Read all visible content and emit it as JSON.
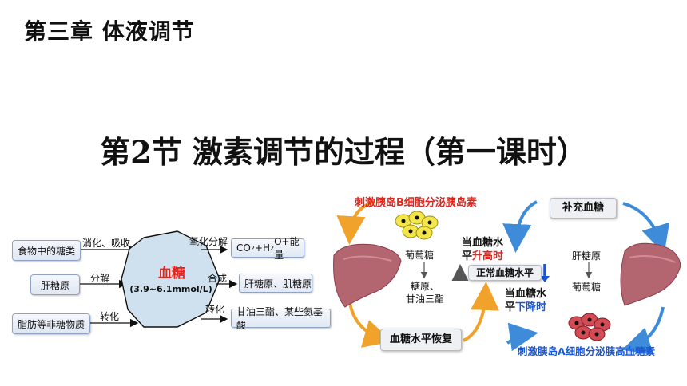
{
  "title": {
    "chapter": "第三章 体液调节",
    "section": "第2节  激素调节的过程（第一课时）"
  },
  "left_diagram": {
    "sources": [
      "食物中的糖类",
      "肝糖原",
      "脂肪等非糖物质"
    ],
    "source_arrows": [
      "消化、吸收",
      "分解",
      "转化"
    ],
    "center_title": "血糖",
    "center_range": "(3.9~6.1mmol/L)",
    "outputs_arrows": [
      "氧化分解",
      "合成",
      "转化"
    ],
    "output_1_parts": [
      "CO",
      "2",
      "+H",
      "2",
      "O+能量"
    ],
    "outputs": [
      "肝糖原、肌糖原",
      "甘油三酯、某些氨基酸"
    ]
  },
  "right_diagram": {
    "top_red": "刺激胰岛B细胞分泌胰岛素",
    "top_right_box": "补充血糖",
    "bottom_box": "血糖水平恢复",
    "bottom_blue": "刺激胰岛A细胞分泌胰高血糖素",
    "left_inner_top": "葡萄糖",
    "left_inner_bottom": "糖原、\n甘油三酯",
    "center_up_1": "当血糖水",
    "center_up_2a": "平",
    "center_up_2b": "升高时",
    "normal_box": "正常血糖水平",
    "center_down_1": "当血糖水",
    "center_down_2a": "平",
    "center_down_2b": "下降时",
    "right_inner_top": "肝糖原",
    "right_inner_bottom": "葡萄糖"
  },
  "colors": {
    "red": "#e0261f",
    "blue": "#1a57d6",
    "arrow_orange": "#f0a22a",
    "arrow_blue": "#3d8bd9"
  }
}
